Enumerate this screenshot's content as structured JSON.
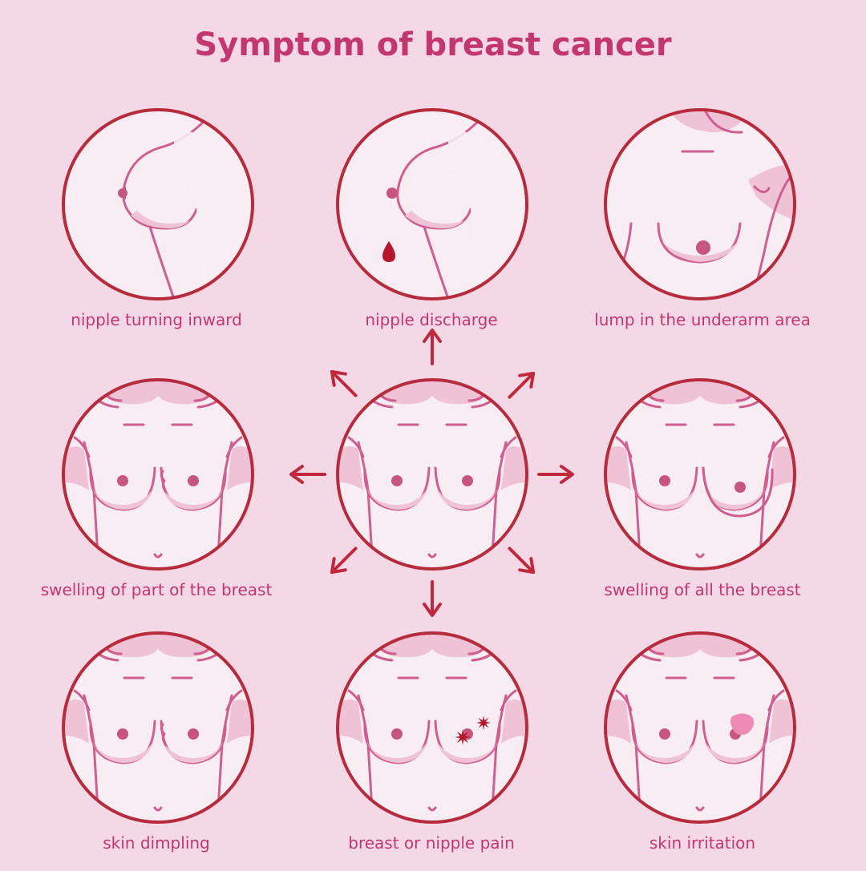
{
  "title": "Symptom of breast cancer",
  "labels": {
    "nipple_turning_inward": "nipple turning inward",
    "nipple_discharge": "nipple discharge",
    "lump_underarm": "lump in the underarm area",
    "swelling_part": "swelling of part of the breast",
    "swelling_all": "swelling of all the breast",
    "skin_dimpling": "skin dimpling",
    "breast_nipple_pain": "breast or nipple pain",
    "skin_irritation": "skin irritation"
  },
  "colors": {
    "background": "#f4d8e6",
    "title": "#c2386e",
    "label": "#c2386e",
    "circle_stroke": "#b62c3c",
    "circle_fill": "#f7edf3",
    "line": "#cf5f8f",
    "shade": "#f0c2d5",
    "nipple": "#c7567f",
    "arrow": "#c0283d",
    "drop": "#b5182c",
    "irritation": "#ee8ab4"
  },
  "icons": {
    "arrow": "arrow-icon",
    "drop": "discharge-drop-icon",
    "pain": "pain-star-icon",
    "irritation": "irritation-patch-icon"
  }
}
